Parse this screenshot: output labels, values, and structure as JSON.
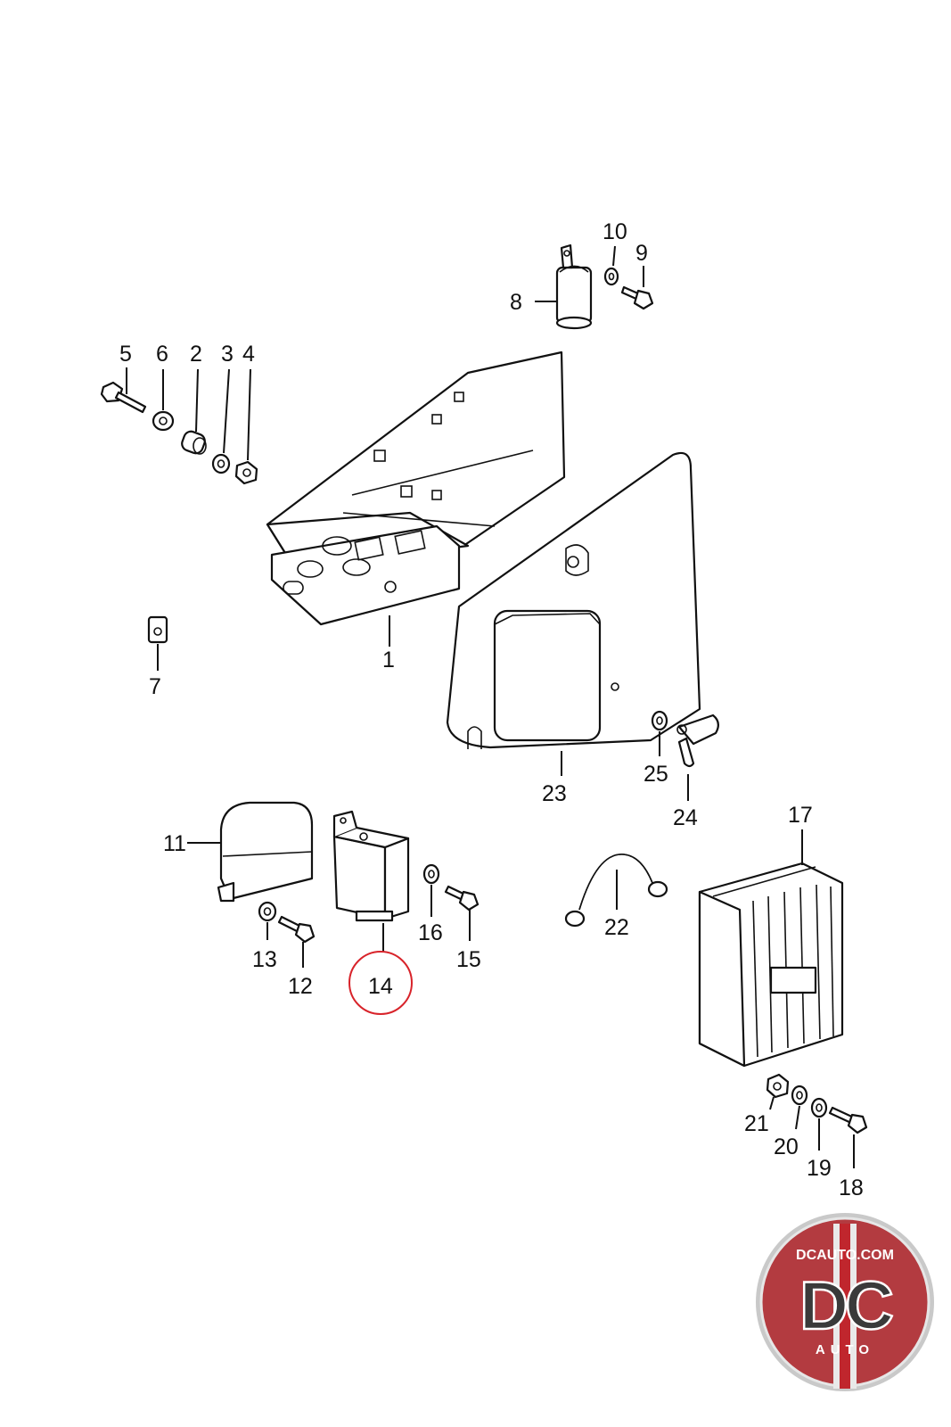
{
  "diagram": {
    "callouts": [
      "1",
      "2",
      "3",
      "4",
      "5",
      "6",
      "7",
      "8",
      "9",
      "10",
      "11",
      "12",
      "13",
      "14",
      "15",
      "16",
      "17",
      "18",
      "19",
      "20",
      "21",
      "22",
      "23",
      "24",
      "25"
    ],
    "highlighted_callout": "14",
    "highlight_color": "#d8232a"
  },
  "logo": {
    "top_text": "DCAUTO.COM",
    "monogram": "DC",
    "bottom_text": "AUTO",
    "colors": {
      "ring": "#c9c9c9",
      "red": "#c0262d",
      "dark": "#3a3a3a"
    }
  }
}
